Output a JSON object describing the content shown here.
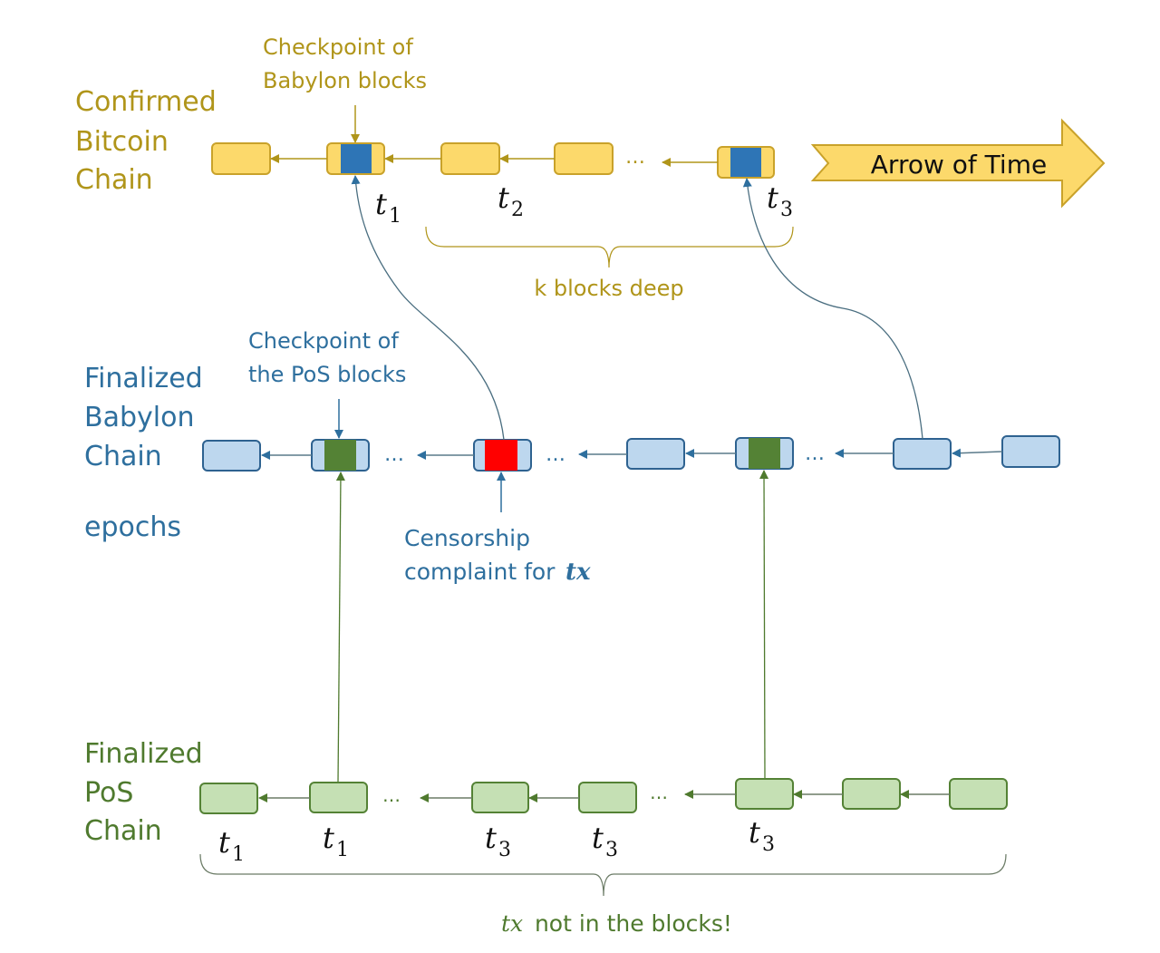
{
  "colors": {
    "bitcoin_block": "#fcd96b",
    "bitcoin_stroke": "#c9a22a",
    "bitcoin_checkpoint": "#2e75b6",
    "babylon_block": "#bdd7ee",
    "babylon_stroke": "#2e6290",
    "babylon_checkpoint": "#548235",
    "censorship_block": "#ff0000",
    "pos_block": "#c5e0b4",
    "pos_stroke": "#548235",
    "gold_text": "#b0951a",
    "blue_text": "#2e6f9e",
    "green_text": "#4f7a2e"
  },
  "bitcoin": {
    "label": [
      "Confirmed",
      "Bitcoin",
      "Chain"
    ],
    "checkpoint_note": [
      "Checkpoint of",
      "Babylon blocks"
    ],
    "time_labels": [
      {
        "var": "t",
        "sub": "1"
      },
      {
        "var": "t",
        "sub": "2"
      },
      {
        "var": "t",
        "sub": "3"
      }
    ],
    "brace_label": "k blocks deep",
    "ellipsis": "…"
  },
  "arrow_of_time": {
    "label": "Arrow of Time"
  },
  "babylon": {
    "label": [
      "Finalized",
      "Babylon",
      "Chain"
    ],
    "epochs_label": "epochs",
    "checkpoint_note": [
      "Checkpoint of",
      "the PoS blocks"
    ],
    "censorship_note": [
      "Censorship",
      "complaint for ",
      "tx"
    ],
    "ellipsis": "…"
  },
  "pos": {
    "label": [
      "Finalized",
      "PoS",
      "Chain"
    ],
    "time_labels": [
      {
        "var": "t",
        "sub": "1"
      },
      {
        "var": "t",
        "sub": "1"
      },
      {
        "var": "t",
        "sub": "3"
      },
      {
        "var": "t",
        "sub": "3"
      },
      {
        "var": "t",
        "sub": "3"
      }
    ],
    "brace_label_var": "tx",
    "brace_label": " not in the blocks!",
    "ellipsis": "…"
  }
}
